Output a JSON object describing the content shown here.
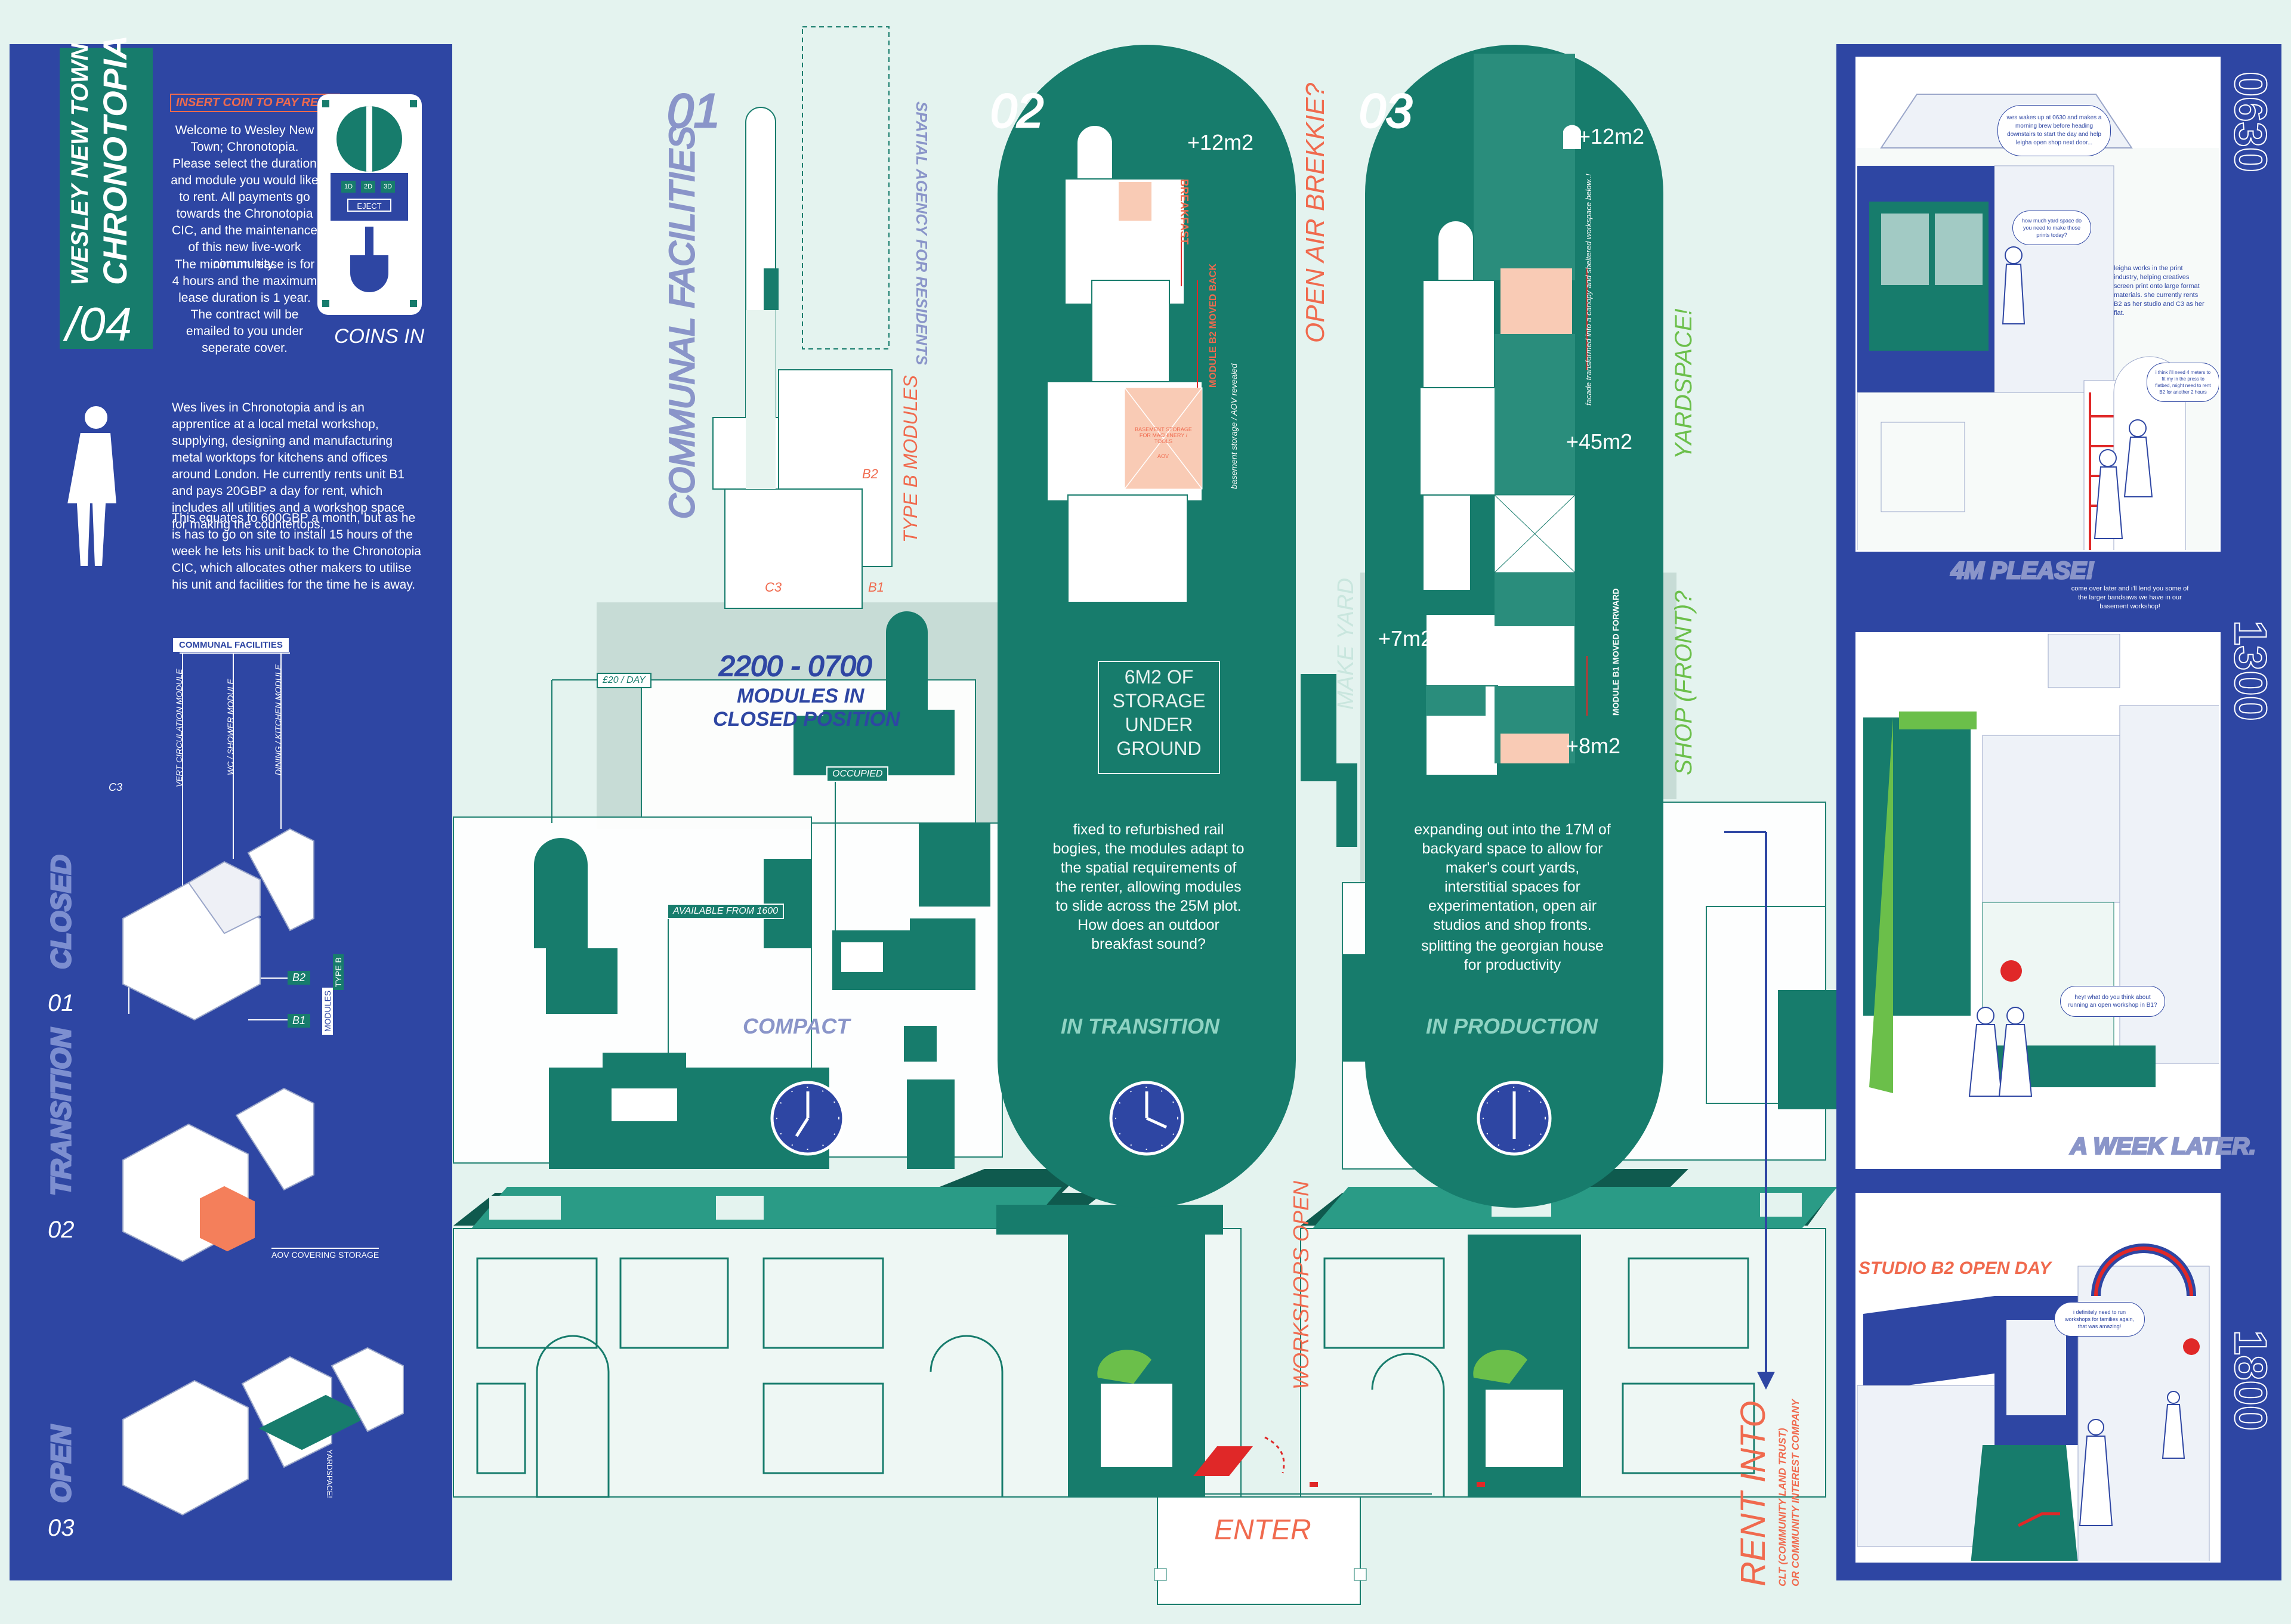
{
  "colors": {
    "blue": "#2e46a3",
    "teal": "#177c6c",
    "mint": "#e4f3ef",
    "salmon": "#f06a4e",
    "green": "#6bbf4a",
    "red": "#e02828"
  },
  "left_panel": {
    "project_title": "WESLEY NEW TOWN",
    "project_subtitle": "CHRONOTOPIA",
    "sheet_number": "/04",
    "coin_label": "INSERT COIN TO PAY RENT",
    "welcome_text": "Welcome to Wesley New Town; Chronotopia. Please select the duration and module you would like to rent. All payments go towards the Chronotopia CIC, and the maintenance of this new live-work community.",
    "lease_text": "The minimum lease is for 4 hours and the maximum lease duration is 1 year. The contract will be emailed to you under seperate cover.",
    "machine_buttons": [
      "1D",
      "2D",
      "3D"
    ],
    "eject_label": "EJECT",
    "coins_in_label": "COINS IN",
    "wes_text_1": "Wes lives in Chronotopia and is an apprentice at a local metal workshop, supplying, designing and manufacturing metal worktops for kitchens and offices around London. He currently rents unit B1 and pays 20GBP a day for rent, which includes all utilities and a workshop space for making the countertops.",
    "wes_text_2": "This equates to 600GBP a month, but as he is has to go on site to install 15 hours of the week he lets his unit back to the Chronotopia CIC, which allocates other makers to utilise his unit and facilities for the time he is away.",
    "communal_header": "COMMUNAL FACILITIES",
    "module_labels": [
      "VERT CIRCULATION MODULE",
      "WC / SHOWER MODULE",
      "DINING / KITCHEN MODULE"
    ],
    "c3_label": "C3",
    "b2_label": "B2",
    "b1_label": "B1",
    "modules_type": "MODULES",
    "type_b": "TYPE B",
    "stages": [
      {
        "name": "CLOSED",
        "number": "01"
      },
      {
        "name": "TRANSITION",
        "number": "02"
      },
      {
        "name": "OPEN",
        "number": "03"
      }
    ],
    "aov_label": "AOV COVERING STORAGE",
    "yardspace_small": "YARDSPACE!"
  },
  "center": {
    "num_01": "01",
    "num_02": "02",
    "num_03": "03",
    "communal_facilities": "COMMUNAL FACILITIES",
    "spatial_agency": "SPATIAL AGENCY FOR RESIDENTS",
    "type_b_modules": "TYPE B MODULES",
    "c3": "C3",
    "b1": "B1",
    "b2": "B2",
    "open_air": "OPEN AIR BREKKIE?",
    "yardspace": "YARDSPACE!",
    "shop_front": "SHOP (FRONT)?",
    "make_yard": "MAKE YARD",
    "time_range": "2200 - 0700",
    "modules_closed_1": "MODULES IN",
    "modules_closed_2": "CLOSED POSITION",
    "price_day": "£20 / DAY",
    "occupied": "OCCUPIED",
    "available": "AVAILABLE FROM 1600",
    "compact": "COMPACT",
    "plus_12_a": "+12m2",
    "plus_12_b": "+12m2",
    "plus_45": "+45m2",
    "plus_7": "+7m2",
    "plus_8": "+8m2",
    "breakfast": "BREAKFAST",
    "module_b2_back": "MODULE B2 MOVED BACK",
    "basement_storage": "basement storage / AOV revealed",
    "basement_box": "BASEMENT STORAGE FOR MACHINERY / TOOLS",
    "aov": "AOV",
    "facade": "facade transformed into a canopy and sheltered workspace below..!",
    "module_b1_forward": "MODULE B1 MOVED FORWARD",
    "storage_1": "6M2 OF",
    "storage_2": "STORAGE",
    "storage_3": "UNDER",
    "storage_4": "GROUND",
    "transition_text": "fixed to refurbished rail bogies, the modules adapt to the spatial requirements of the renter, allowing modules to slide across the 25M plot. How does an outdoor breakfast sound?",
    "production_text_1": "expanding out into the 17M of backyard space to allow for maker's court yards, interstitial spaces for experimentation, open air studios and shop fronts.",
    "production_text_2": "splitting the georgian house for productivity",
    "in_transition": "IN TRANSITION",
    "in_production": "IN PRODUCTION",
    "workshops_open": "WORKSHOPS OPEN",
    "enter": "ENTER",
    "rent_into": "RENT INTO",
    "clt_1": "CLT (COMMUNITY LAND TRUST)",
    "clt_2": "OR COMMUNITY INTEREST COMPANY"
  },
  "right_panel": {
    "time_0630": "0630",
    "time_1300": "1300",
    "time_1800": "1800",
    "bubble_1": "wes wakes up at 0630 and makes a morning brew before heading downstairs to start the day and help leigha open shop next door...",
    "bubble_2": "how much yard space do you need to make those prints today?",
    "leigha_text": "leigha works in the print industry, helping creatives screen print onto large format materials. she currently rents B2 as her studio and C3 as her flat.",
    "bubble_3": "i think i'll need 4 meters to fit my in the press to flatbed, might need to rent B2 for another 2 hours",
    "four_m": "4M PLEASE!",
    "come_over": "come over later and i'll lend you some of the larger bandsaws we have in our basement workshop!",
    "bubble_4": "hey! what do you think about running an open workshop in B1?",
    "week_later": "A WEEK LATER.",
    "studio_open": "STUDIO B2 OPEN DAY",
    "bubble_5": "i definitely need to run workshops for families again, that was amazing!"
  }
}
